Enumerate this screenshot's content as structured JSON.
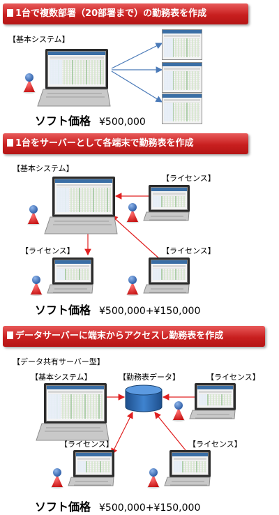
{
  "section1": {
    "banner": "1台で複数部署（20部署まで）の勤務表を作成",
    "system_label": "【基本システム】",
    "price_label": "ソフト価格",
    "price_value": "¥500,000"
  },
  "section2": {
    "banner": "1台をサーバーとして各端末で勤務表を作成",
    "system_label": "【基本システム】",
    "license_label": "【ライセンス】",
    "price_label": "ソフト価格",
    "price_value": "¥500,000+¥150,000"
  },
  "section3": {
    "banner": "データサーバーに端末からアクセスし勤務表を作成",
    "server_type_label": "【データ共有サーバー型】",
    "system_label": "【基本システム】",
    "data_label": "【勤務表データ】",
    "license_label": "【ライセンス】",
    "price_label": "ソフト価格",
    "price_value": "¥500,000+¥150,000"
  },
  "colors": {
    "banner_red": "#c81f1f",
    "arrow_blue": "#4a7ab8",
    "arrow_red": "#e02020",
    "user_red": "#e11e1e",
    "user_blue": "#2f5fa8",
    "database_blue": "#2f6db5"
  }
}
